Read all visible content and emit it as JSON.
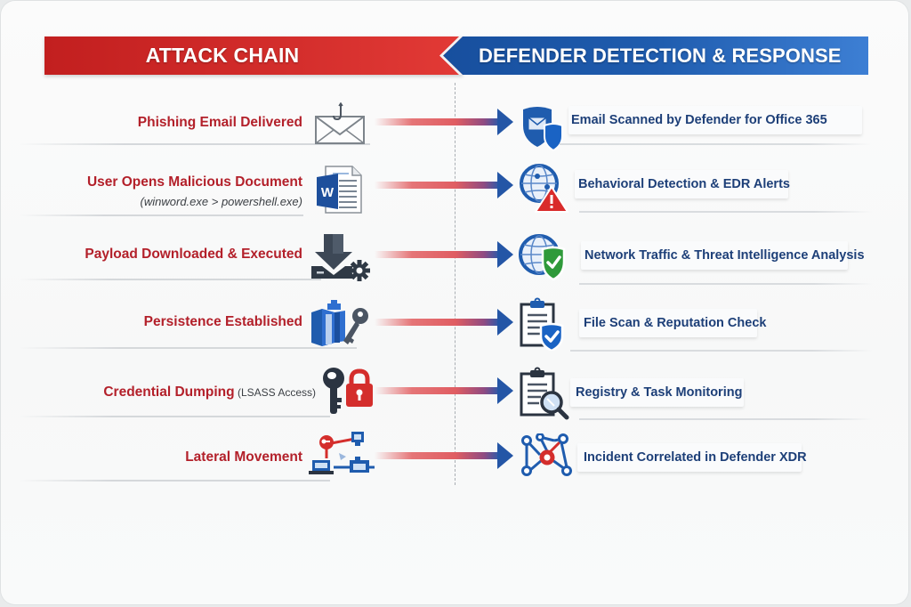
{
  "headers": {
    "attack": "ATTACK CHAIN",
    "defense": "DEFENDER DETECTION & RESPONSE"
  },
  "colors": {
    "attack_red": "#c21f1f",
    "defense_blue": "#1f5cae",
    "attack_text": "#b3202a",
    "defense_text": "#1d3f78"
  },
  "rows": [
    {
      "attack": {
        "label": "Phishing Email Delivered",
        "suffix": "",
        "subtitle": "",
        "icon": "phishing-envelope-icon"
      },
      "defense": {
        "label": "Email Scanned by Defender for Office 365",
        "icon": "email-shield-icon"
      }
    },
    {
      "attack": {
        "label": "User Opens Malicious Document",
        "suffix": "",
        "subtitle": "(winword.exe > powershell.exe)",
        "icon": "word-document-icon"
      },
      "defense": {
        "label": "Behavioral Detection & EDR Alerts",
        "icon": "globe-alert-icon"
      }
    },
    {
      "attack": {
        "label": "Payload Downloaded & Executed",
        "suffix": "",
        "subtitle": "",
        "icon": "download-gear-icon"
      },
      "defense": {
        "label": "Network Traffic & Threat Intelligence Analysis",
        "icon": "globe-check-shield-icon"
      }
    },
    {
      "attack": {
        "label": "Persistence Established",
        "suffix": "",
        "subtitle": "",
        "icon": "blocks-key-icon"
      },
      "defense": {
        "label": "File Scan & Reputation Check",
        "icon": "clipboard-shield-icon"
      }
    },
    {
      "attack": {
        "label": "Credential Dumping",
        "suffix": " (LSASS Access)",
        "subtitle": "",
        "icon": "key-lock-icon"
      },
      "defense": {
        "label": "Registry & Task Monitoring",
        "icon": "clipboard-magnifier-icon"
      }
    },
    {
      "attack": {
        "label": "Lateral Movement",
        "suffix": "",
        "subtitle": "",
        "icon": "network-computers-icon"
      },
      "defense": {
        "label": "Incident Correlated in Defender XDR",
        "icon": "graph-nodes-icon"
      }
    }
  ]
}
